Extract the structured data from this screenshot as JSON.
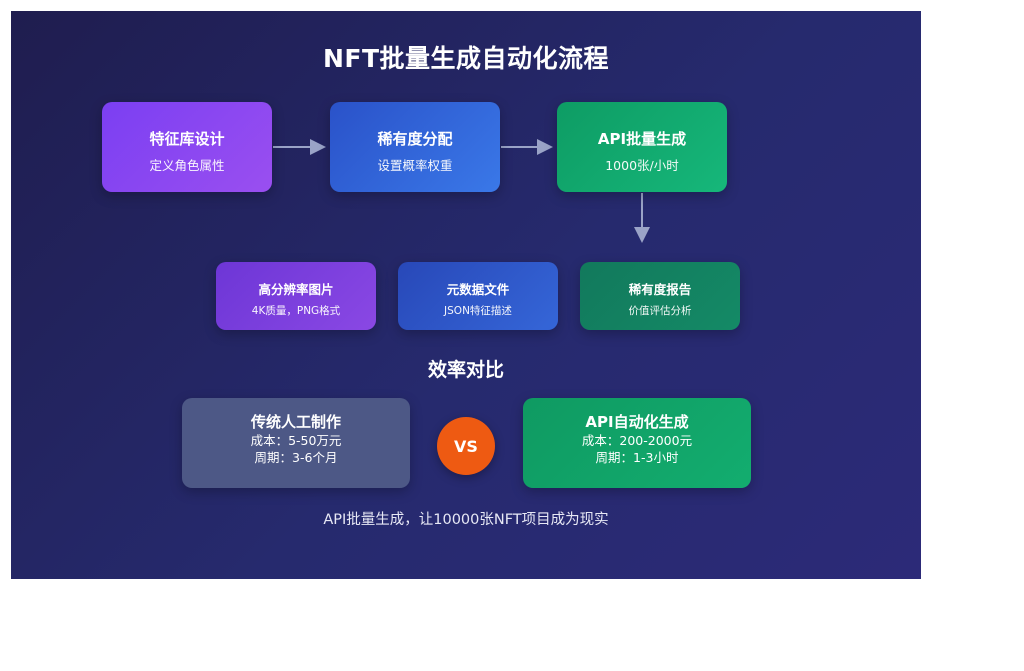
{
  "title": "NFT批量生成自动化流程",
  "steps": [
    {
      "title": "特征库设计",
      "subtitle": "定义角色属性"
    },
    {
      "title": "稀有度分配",
      "subtitle": "设置概率权重"
    },
    {
      "title": "API批量生成",
      "subtitle": "1000张/小时"
    }
  ],
  "outputs": [
    {
      "title": "高分辨率图片",
      "subtitle": "4K质量，PNG格式"
    },
    {
      "title": "元数据文件",
      "subtitle": "JSON特征描述"
    },
    {
      "title": "稀有度报告",
      "subtitle": "价值评估分析"
    }
  ],
  "comparison": {
    "heading": "效率对比",
    "vs_label": "VS",
    "left": {
      "title": "传统人工制作",
      "cost": "成本：5-50万元",
      "period": "周期：3-6个月"
    },
    "right": {
      "title": "API自动化生成",
      "cost": "成本：200-2000元",
      "period": "周期：1-3小时"
    }
  },
  "footer": "API批量生成，让10000张NFT项目成为现实"
}
